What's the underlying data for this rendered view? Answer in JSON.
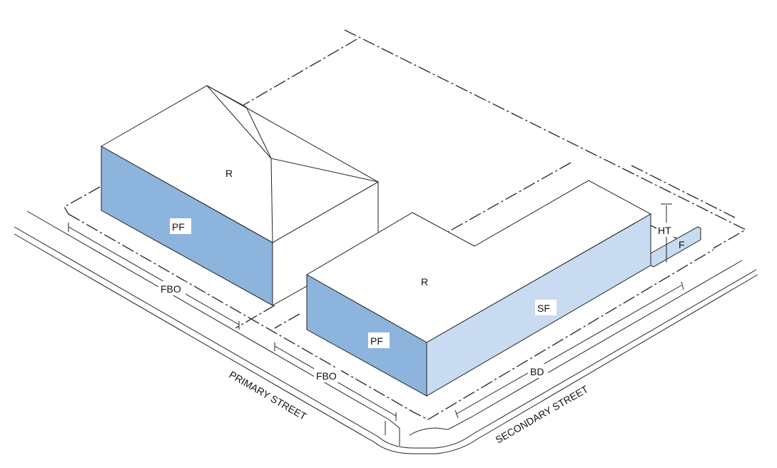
{
  "colors": {
    "primary_facade": "#8db4dc",
    "secondary_facade": "#c8dbf0",
    "roof": "#ffffff",
    "line": "#222222"
  },
  "labels": {
    "roof_left": "R",
    "pf_left": "PF",
    "fbo_left": "FBO",
    "roof_right": "R",
    "pf_right": "PF",
    "sf": "SF",
    "fbo_right": "FBO",
    "bd": "BD",
    "ht": "HT",
    "f": "F",
    "primary_street": "PRIMARY STREET",
    "secondary_street": "SECONDARY STREET"
  }
}
